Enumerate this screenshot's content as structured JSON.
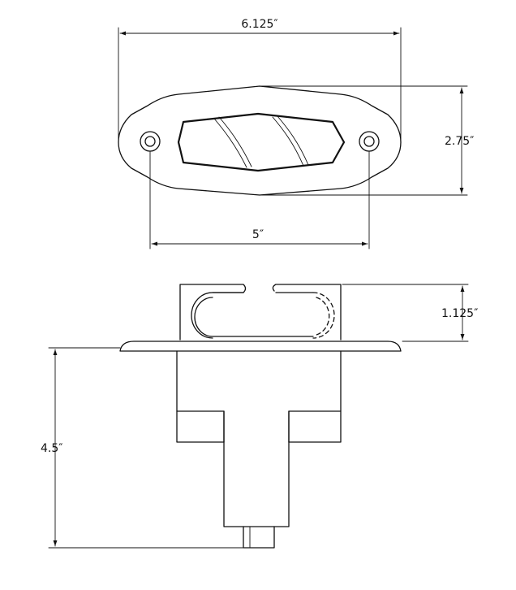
{
  "dimensions": {
    "overall_length": "6.125″",
    "overall_width": "2.75″",
    "hole_spacing": "5″",
    "top_height": "1.125″",
    "body_depth": "4.5″"
  }
}
